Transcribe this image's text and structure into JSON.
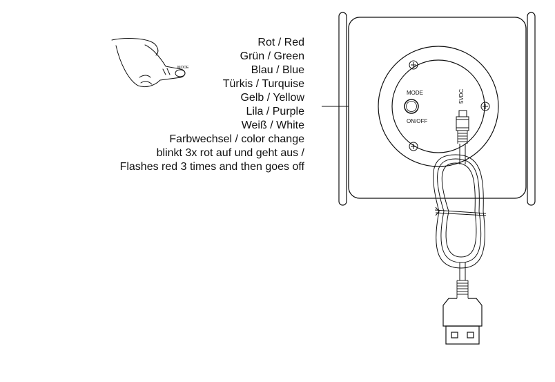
{
  "mode_list": {
    "items": [
      "Rot / Red",
      "Grün / Green",
      "Blau / Blue",
      "Türkis / Turquise",
      "Gelb / Yellow",
      "Lila / Purple",
      "Weiß / White",
      "Farbwechsel / color change",
      "blinkt 3x rot auf und geht aus /",
      "Flashes red 3 times and then goes off"
    ]
  },
  "hand_illustration": {
    "button_label": "MODE"
  },
  "device": {
    "mode_label": "MODE",
    "onoff_label": "ON/OFF",
    "power_label": "5VDC"
  },
  "colors": {
    "line": "#111111",
    "background": "#ffffff"
  },
  "icons": {
    "hand": "pointing-hand-icon",
    "screws": "phillips-screw-icon",
    "usb": "usb-a-plug-icon"
  }
}
